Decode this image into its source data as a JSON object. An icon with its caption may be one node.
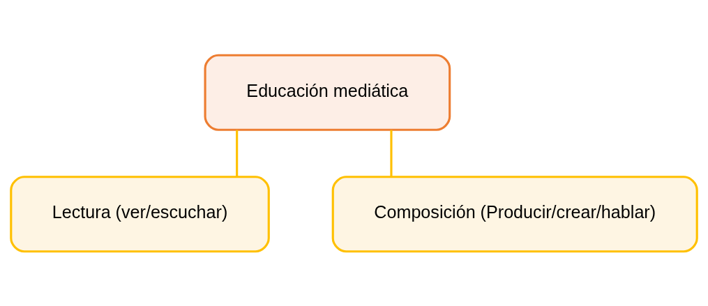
{
  "diagram": {
    "nodes": [
      {
        "text": [
          "Educación mediática"
        ]
      },
      {
        "text": [
          "Lectura (ver/escuchar)"
        ]
      },
      {
        "text": [
          "Composición (Producir/crear/hablar)"
        ]
      }
    ],
    "edges": [
      {
        "from": 0,
        "to": 1,
        "arrow": "none"
      },
      {
        "from": 0,
        "to": 2,
        "arrow": "none"
      }
    ]
  }
}
